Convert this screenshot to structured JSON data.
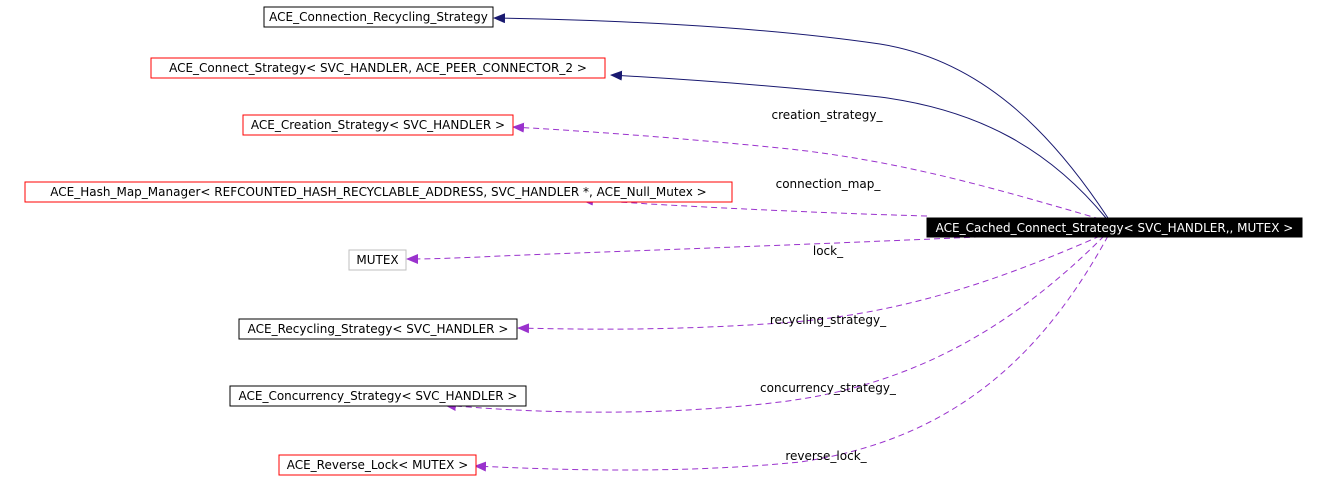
{
  "colors": {
    "inheritance_edge": "#191970",
    "usage_edge": "#9a32cd",
    "template_border": "#ff0000",
    "plain_border": "#000000",
    "external_border": "#bfbfbf",
    "focus_fill": "#000000",
    "focus_text": "#ffffff"
  },
  "nodes": {
    "conn_recycling": "ACE_Connection_Recycling_Strategy",
    "connect_strategy": "ACE_Connect_Strategy< SVC_HANDLER, ACE_PEER_CONNECTOR_2 >",
    "creation_strategy": "ACE_Creation_Strategy< SVC_HANDLER >",
    "hash_map": "ACE_Hash_Map_Manager< REFCOUNTED_HASH_RECYCLABLE_ADDRESS, SVC_HANDLER *, ACE_Null_Mutex >",
    "mutex": "MUTEX",
    "recycling_strategy": "ACE_Recycling_Strategy< SVC_HANDLER >",
    "concurrency_strategy": "ACE_Concurrency_Strategy< SVC_HANDLER >",
    "reverse_lock": "ACE_Reverse_Lock< MUTEX >",
    "cached_connect": "ACE_Cached_Connect_Strategy< SVC_HANDLER,, MUTEX >"
  },
  "edge_labels": {
    "creation_strategy": "creation_strategy_",
    "connection_map": "connection_map_",
    "lock": "lock_",
    "recycling_strategy": "recycling_strategy_",
    "concurrency_strategy": "concurrency_strategy_",
    "reverse_lock": "reverse_lock_"
  }
}
